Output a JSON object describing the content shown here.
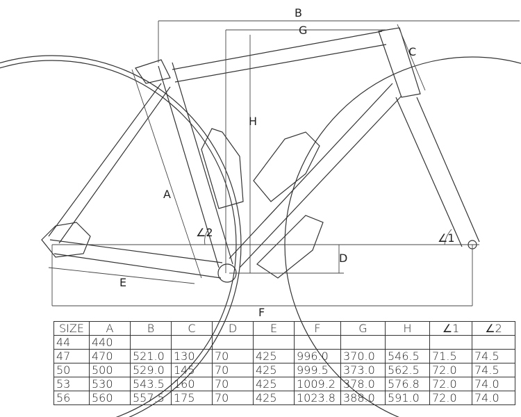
{
  "diagram": {
    "dimension_labels": {
      "A": "A",
      "B": "B",
      "C": "C",
      "D": "D",
      "E": "E",
      "F": "F",
      "G": "G",
      "H": "H",
      "L1": "∠1",
      "L2": "∠2"
    }
  },
  "table": {
    "headers": [
      "SIZE",
      "A",
      "B",
      "C",
      "D",
      "E",
      "F",
      "G",
      "H",
      "∠1",
      "∠2"
    ],
    "rows": [
      [
        "44",
        "440",
        "",
        "",
        "",
        "",
        "",
        "",
        "",
        "",
        ""
      ],
      [
        "47",
        "470",
        "521.0",
        "130",
        "70",
        "425",
        "996.0",
        "370.0",
        "546.5",
        "71.5",
        "74.5"
      ],
      [
        "50",
        "500",
        "529.0",
        "145",
        "70",
        "425",
        "999.5",
        "373.0",
        "562.5",
        "72.0",
        "74.5"
      ],
      [
        "53",
        "530",
        "543.5",
        "160",
        "70",
        "425",
        "1009.2",
        "378.0",
        "576.8",
        "72.0",
        "74.0"
      ],
      [
        "56",
        "560",
        "557.5",
        "175",
        "70",
        "425",
        "1023.8",
        "388.0",
        "591.0",
        "72.0",
        "74.0"
      ]
    ]
  }
}
